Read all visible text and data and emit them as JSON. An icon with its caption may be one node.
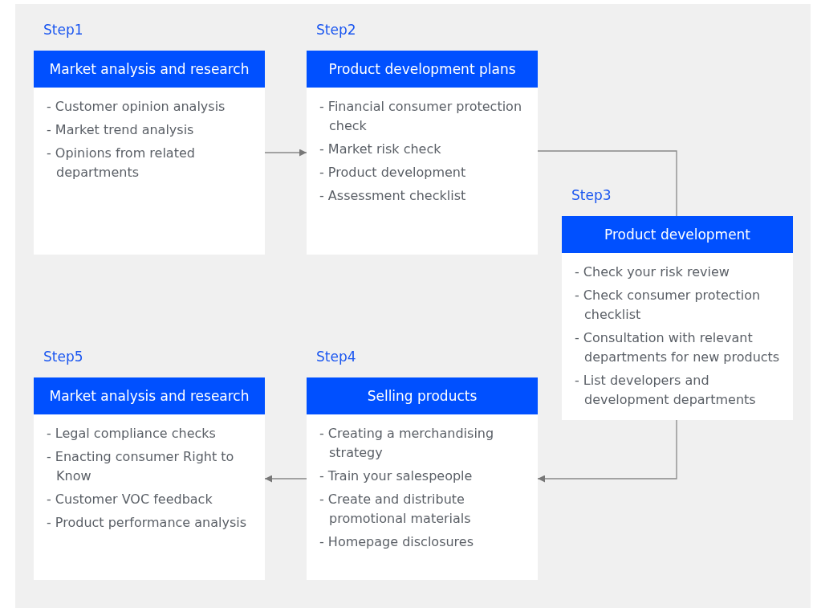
{
  "diagram": {
    "nodes": [
      {
        "text": [
          "Step1",
          "Market analysis and research",
          "- Customer opinion analysis",
          "- Market trend analysis",
          "- Opinions from related departments"
        ]
      },
      {
        "text": [
          "Step2",
          "Product development plans",
          "- Financial consumer protection check",
          "- Market risk check",
          "- Product development",
          "- Assessment checklist"
        ]
      },
      {
        "text": [
          "Step3",
          "Product development",
          "- Check your risk review",
          "- Check consumer protection checklist",
          "- Consultation with relevant departments for new products",
          "- List developers and development departments"
        ]
      },
      {
        "text": [
          "Step5",
          "Market analysis and research",
          "- Legal compliance checks",
          "- Enacting consumer Right to Know",
          "- Customer VOC feedback",
          "- Product performance analysis"
        ]
      },
      {
        "text": [
          "Step4",
          "Selling products",
          "- Creating a merchandising strategy",
          "- Train your salespeople",
          "- Create and distribute promotional materials",
          "- Homepage disclosures"
        ]
      }
    ],
    "edges": [
      {
        "from": 0,
        "to": 1,
        "arrow": "to"
      },
      {
        "from": 1,
        "to": 2,
        "arrow": "none"
      },
      {
        "from": 2,
        "to": 4,
        "arrow": "to"
      },
      {
        "from": 4,
        "to": 3,
        "arrow": "to"
      }
    ]
  }
}
